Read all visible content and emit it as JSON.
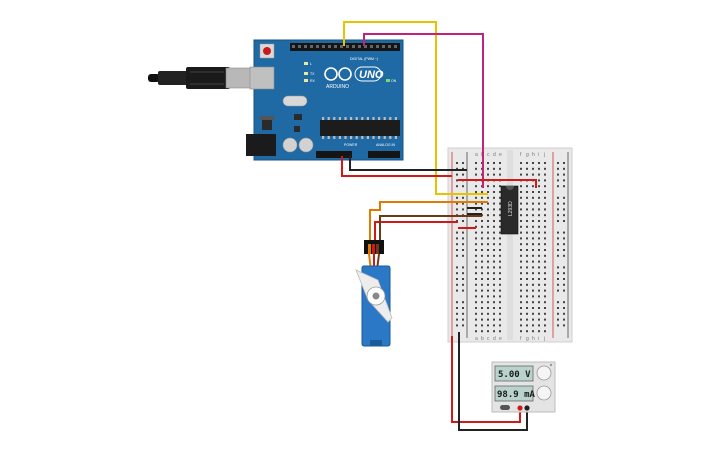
{
  "arduino": {
    "logo_text": "UNO",
    "brand_text": "ARDUINO",
    "digital_label": "DIGITAL (PWM ~)",
    "power_label": "POWER",
    "analog_label": "ANALOG IN",
    "tx_label": "TX",
    "rx_label": "RX",
    "l_label": "L",
    "on_label": "ON"
  },
  "breadboard": {
    "col_letters_left": [
      "a",
      "b",
      "c",
      "d",
      "e"
    ],
    "col_letters_right": [
      "f",
      "g",
      "h",
      "i",
      "j"
    ],
    "rows": 30
  },
  "driver_chip": {
    "label": "L293D"
  },
  "power_supply": {
    "voltage": "5.00 V",
    "current": "98.9 mA"
  },
  "colors": {
    "arduino_board": "#1f6aa5",
    "breadboard": "#e9e9e9",
    "wire_yellow": "#e8c400",
    "wire_magenta": "#c2237a",
    "wire_red": "#d11919",
    "wire_black": "#222222",
    "wire_orange": "#e07b00",
    "wire_brown": "#6b3a16",
    "servo_blue": "#2b78c7"
  }
}
